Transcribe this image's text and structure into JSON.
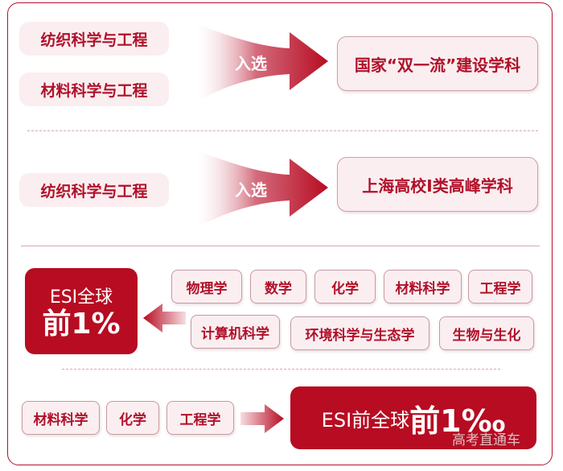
{
  "section1": {
    "sources": [
      "纺织科学与工程",
      "材料科学与工程"
    ],
    "arrow_label": "入选",
    "target": "国家“双一流”建设学科"
  },
  "section2": {
    "sources": [
      "纺织科学与工程"
    ],
    "arrow_label": "入选",
    "target": "上海高校I类高峰学科"
  },
  "section3": {
    "target_line1": "ESI全球",
    "target_line2": "前1%",
    "row1": [
      "物理学",
      "数学",
      "化学",
      "材料科学",
      "工程学"
    ],
    "row2": [
      "计算机科学",
      "环境科学与生态学",
      "生物与生化"
    ]
  },
  "section4": {
    "sources": [
      "材料科学",
      "化学",
      "工程学"
    ],
    "target_prefix": "ESI前全球",
    "target_emph": "前1‰"
  },
  "watermark": "高考直通车",
  "colors": {
    "brand_red": "#b70c22",
    "text_red": "#b0112a",
    "pill_bg": "#fbeef0",
    "divider": "#d9a6ae"
  }
}
